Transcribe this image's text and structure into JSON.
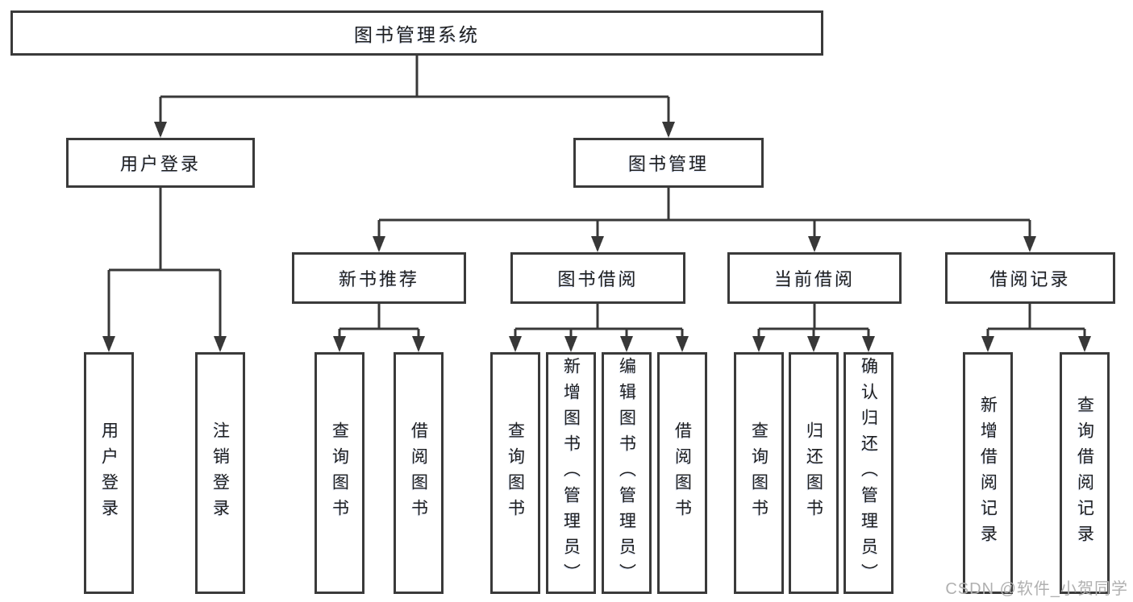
{
  "colors": {
    "border": "#3a3a3a",
    "line": "#383838",
    "text": "#1f1f1f",
    "watermark": "#b0b0b0",
    "bg": "#ffffff"
  },
  "watermark": "CSDN @软件_小贺同学",
  "tree": {
    "label": "图书管理系统",
    "children": [
      {
        "label": "用户登录",
        "children": [
          {
            "label": "用户登录"
          },
          {
            "label": "注销登录"
          }
        ]
      },
      {
        "label": "图书管理",
        "children": [
          {
            "label": "新书推荐",
            "children": [
              {
                "label": "查询图书"
              },
              {
                "label": "借阅图书"
              }
            ]
          },
          {
            "label": "图书借阅",
            "children": [
              {
                "label": "查询图书"
              },
              {
                "label": "新增图书（管理员）"
              },
              {
                "label": "编辑图书（管理员）"
              },
              {
                "label": "借阅图书"
              }
            ]
          },
          {
            "label": "当前借阅",
            "children": [
              {
                "label": "查询图书"
              },
              {
                "label": "归还图书"
              },
              {
                "label": "确认归还（管理员）"
              }
            ]
          },
          {
            "label": "借阅记录",
            "children": [
              {
                "label": "新增借阅记录"
              },
              {
                "label": "查询借阅记录"
              }
            ]
          }
        ]
      }
    ]
  }
}
